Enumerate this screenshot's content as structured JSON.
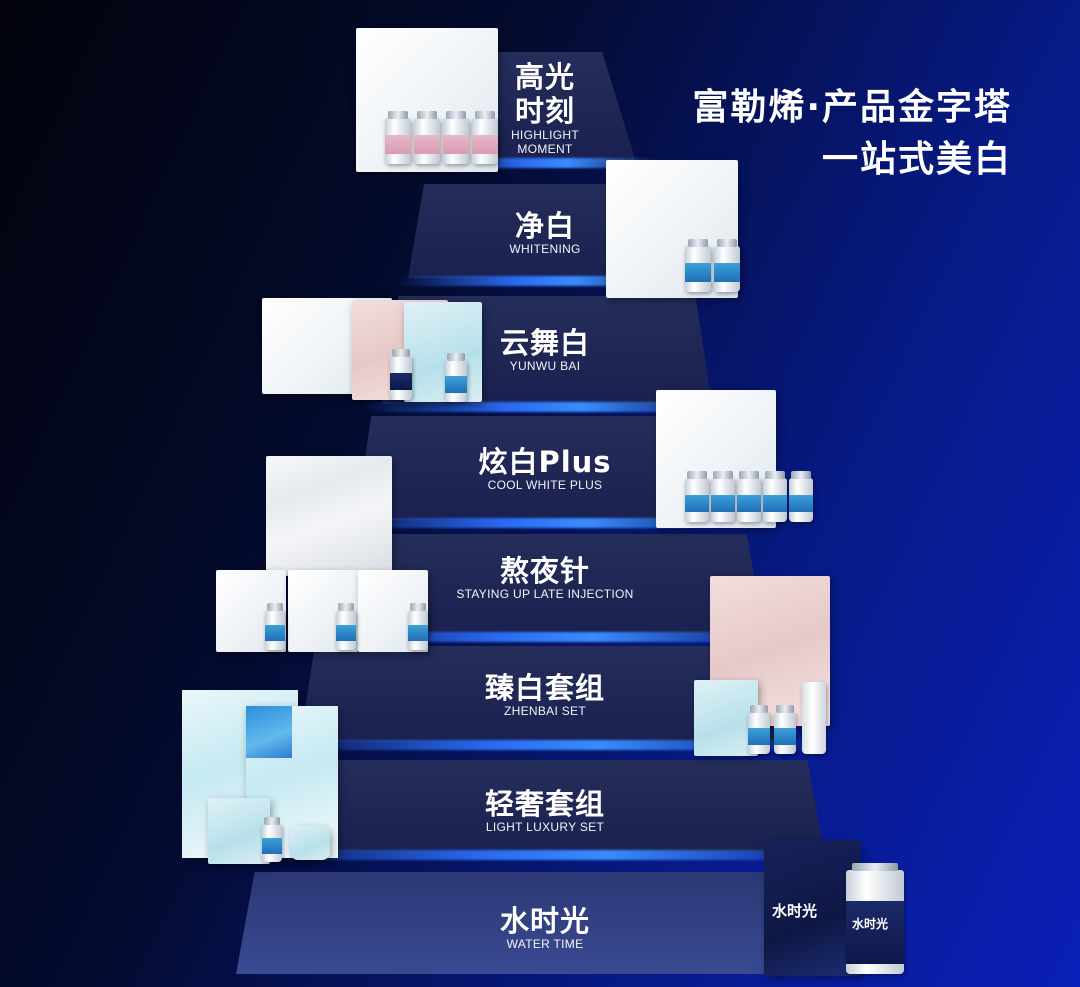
{
  "heading": {
    "line1": "富勒烯·产品金字塔",
    "line2": "一站式美白"
  },
  "tiers": [
    {
      "zh": "高光\n时刻",
      "zh_line1": "高光",
      "zh_line2": "时刻",
      "en_line1": "HIGHLIGHT",
      "en_line2": "MOMENT"
    },
    {
      "zh": "净白",
      "en": "WHITENING"
    },
    {
      "zh": "云舞白",
      "en": "YUNWU BAI"
    },
    {
      "zh": "炫白Plus",
      "en": "COOL WHITE PLUS"
    },
    {
      "zh": "熬夜针",
      "en": "STAYING UP LATE INJECTION"
    },
    {
      "zh": "臻白套组",
      "en": "ZHENBAI SET"
    },
    {
      "zh": "轻奢套组",
      "en": "LIGHT LUXURY SET"
    },
    {
      "zh": "水时光",
      "en": "WATER TIME"
    }
  ],
  "product_box_text": {
    "water_time": "水时光"
  },
  "colors": {
    "background_dark": "#02030c",
    "background_blue": "#0a1fb8",
    "tier_fill": "#1f2755",
    "tier_bottom_fill": "#36468c",
    "glow": "#3a8cff",
    "text": "#ffffff"
  }
}
